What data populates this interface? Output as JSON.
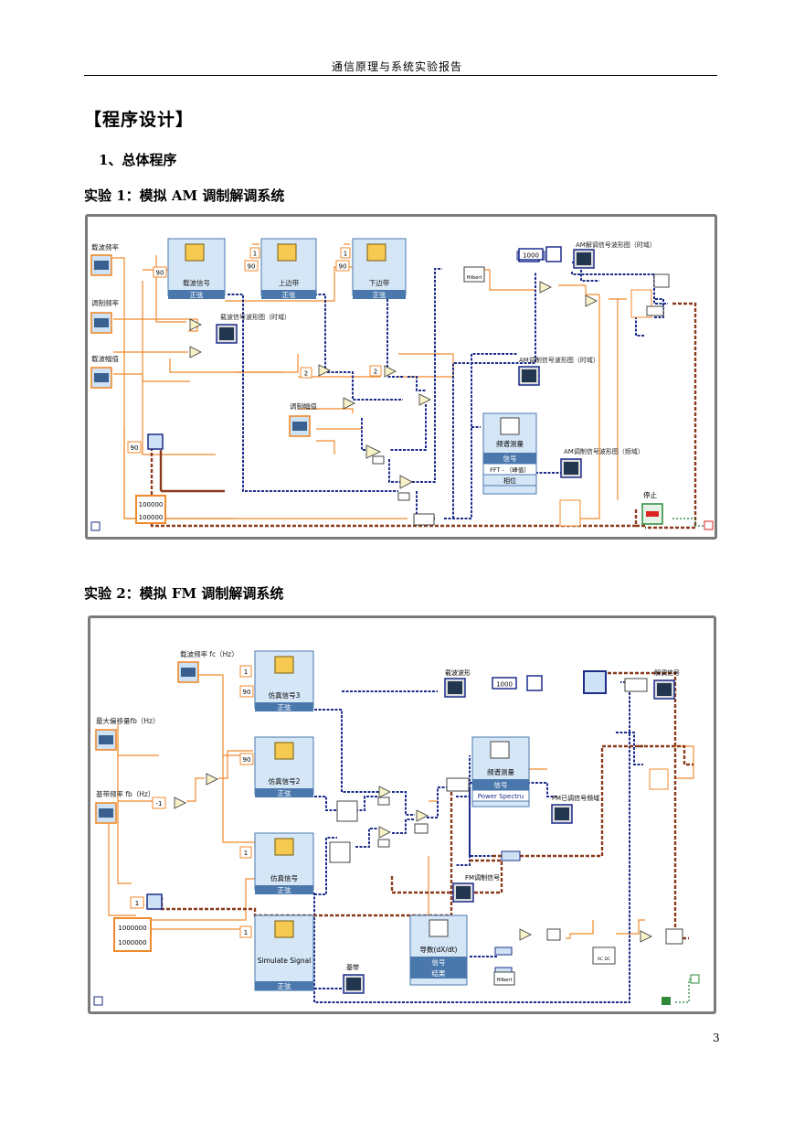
{
  "header": {
    "title": "通信原理与系统实验报告"
  },
  "section_title": "【程序设计】",
  "subsection_title": "1、总体程序",
  "experiment1": {
    "heading": "实验 1：模拟 AM 调制解调系统",
    "controls": {
      "carrier_freq": "载波频率",
      "mod_freq": "调制频率",
      "carrier_amp": "载波幅值",
      "mod_amp": "调制幅值"
    },
    "sig_blocks": [
      {
        "title": "载波信号",
        "mode": "正弦",
        "const": "90",
        "extra_const": ""
      },
      {
        "title": "上边带",
        "mode": "正弦",
        "const": "90",
        "extra_const": "1"
      },
      {
        "title": "下边带",
        "mode": "正弦",
        "const": "90",
        "extra_const": "1"
      }
    ],
    "labels": {
      "carrier_wave_time": "载波信号波形图（时域）",
      "am_demod_time": "AM解调信号波形图（时域）",
      "am_mod_time": "AM调制信号波形图（时域）",
      "am_mod_freq": "AM调制信号波形图（频域）",
      "stop": "停止"
    },
    "consts": {
      "two_a": "2",
      "two_b": "2",
      "ninety": "90",
      "k1000": "1000",
      "big1": "100000",
      "big2": "100000"
    },
    "spectrum": {
      "title": "频谱测量",
      "r1": "信号",
      "r2": "FFT - （峰值）",
      "r3": "相位"
    },
    "hilbert": "Hilbert"
  },
  "experiment2": {
    "heading": "实验 2：模拟 FM 调制解调系统",
    "controls": {
      "carrier_freq": "载波频率 fc（Hz）",
      "max_dev": "最大偏移量fb（Hz）",
      "base_freq": "基带频率 fb（Hz）"
    },
    "sig_blocks": [
      {
        "title": "仿真信号3",
        "mode": "正弦",
        "const": "90"
      },
      {
        "title": "仿真信号2",
        "mode": "正弦",
        "const": "90"
      },
      {
        "title": "仿真信号",
        "mode": "正弦",
        "const": "1"
      },
      {
        "title": "Simulate Signal",
        "mode": "正弦",
        "const": "1"
      }
    ],
    "labels": {
      "carrier_wave": "载波波形",
      "demod": "解调信号",
      "fm_spec": "FM已调信号频域",
      "fm_mod": "FM调制信号",
      "baseband": "基带"
    },
    "consts": {
      "neg1": "-1",
      "one": "1",
      "k1000": "1000",
      "big1": "1000000",
      "big2": "1000000"
    },
    "spectrum": {
      "title": "频谱测量",
      "r1": "信号",
      "r2": "Power Spectru"
    },
    "derivative": {
      "title": "导数(dX/dt)",
      "r1": "信号",
      "r2": "结果"
    },
    "hilbert": "Hilbert",
    "acdc": "AC  DC"
  },
  "page_number": "3"
}
